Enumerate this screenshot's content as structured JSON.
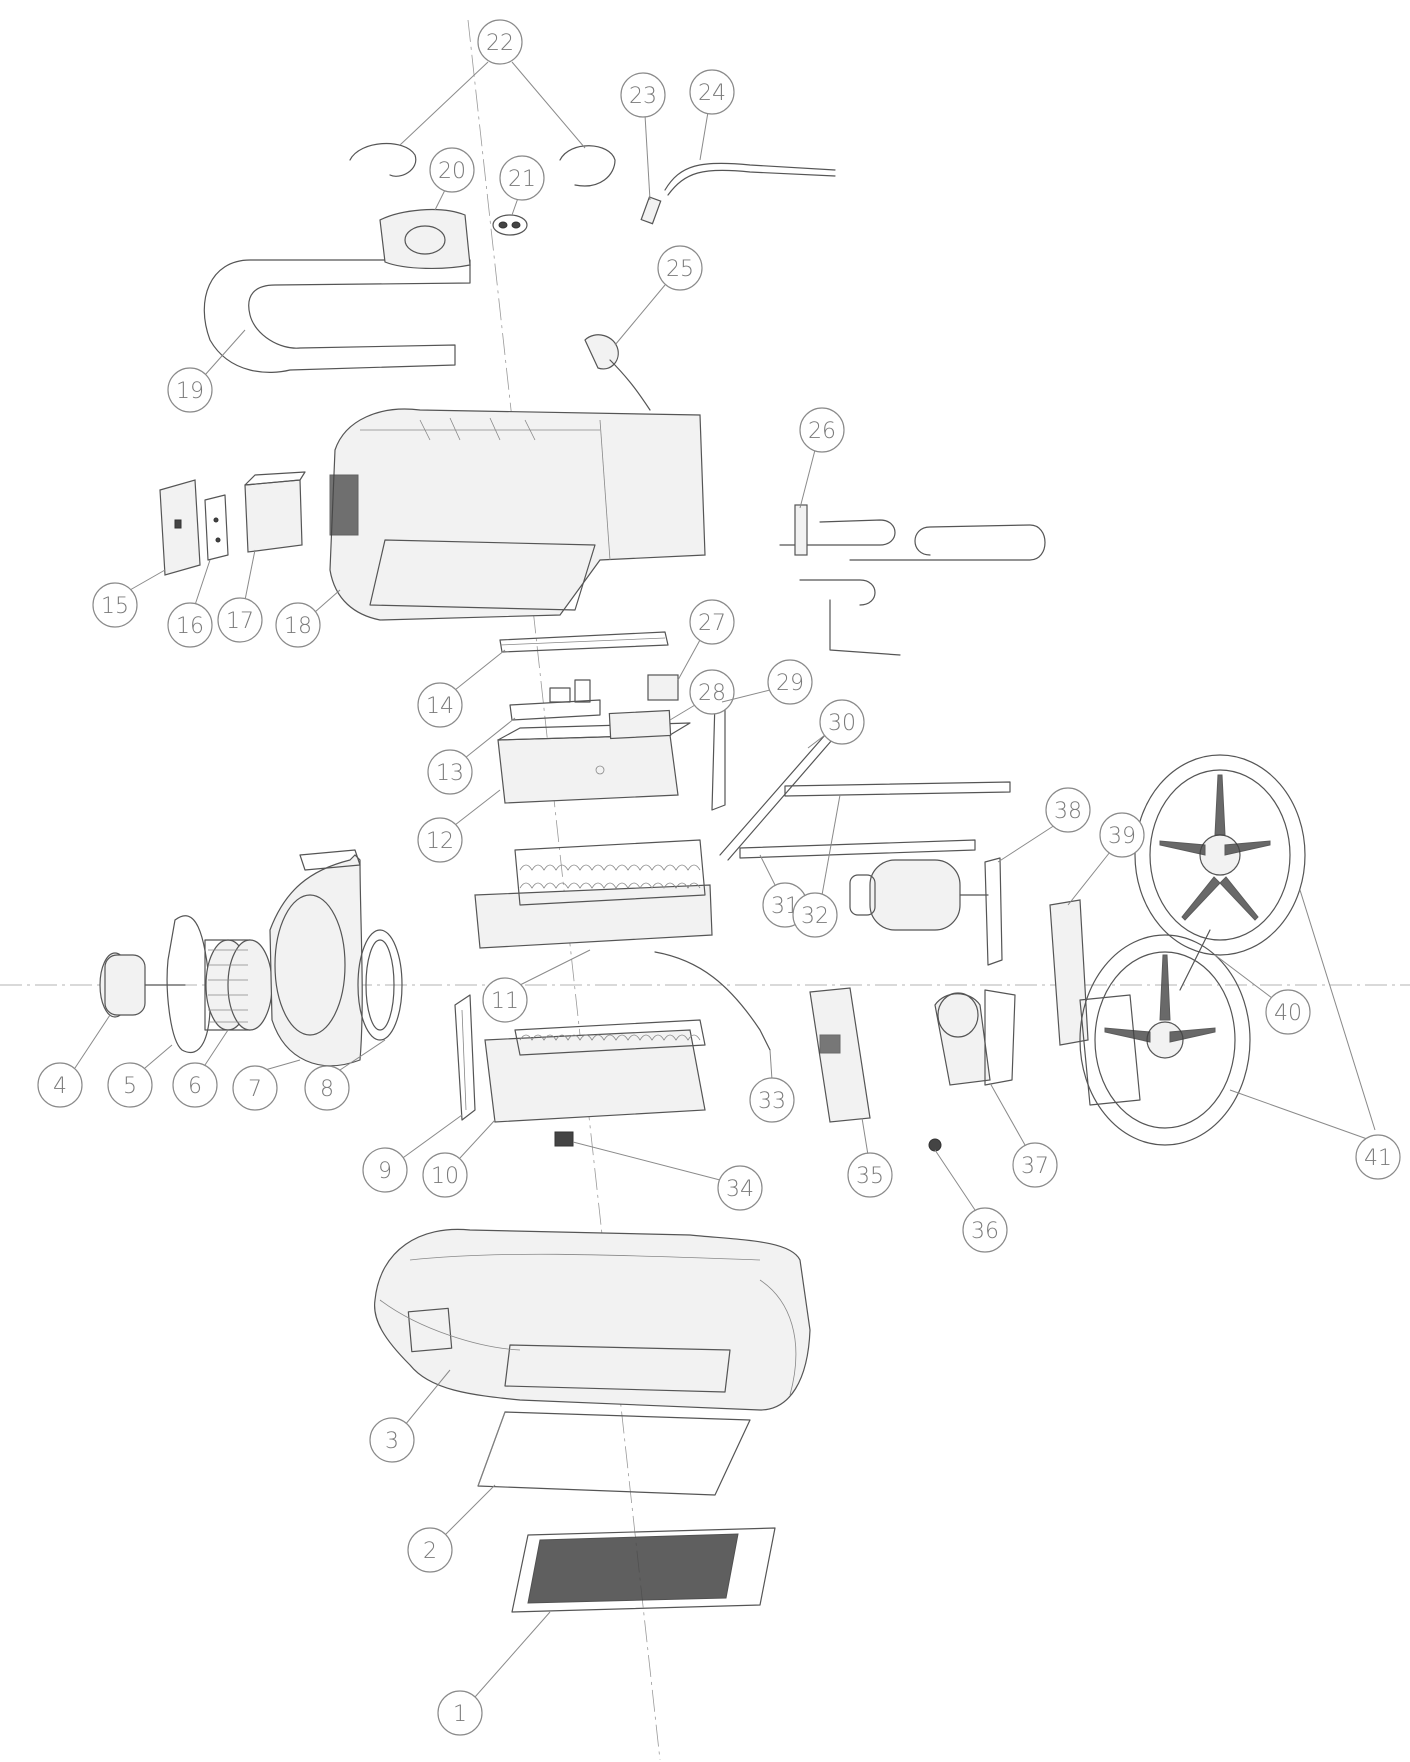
{
  "diagram": {
    "type": "exploded-parts-view",
    "line_color": "#555555",
    "label_color": "#7a7a7a",
    "callouts": [
      {
        "label": "1"
      },
      {
        "label": "2"
      },
      {
        "label": "3"
      },
      {
        "label": "4"
      },
      {
        "label": "5"
      },
      {
        "label": "6"
      },
      {
        "label": "7"
      },
      {
        "label": "8"
      },
      {
        "label": "9"
      },
      {
        "label": "10"
      },
      {
        "label": "11"
      },
      {
        "label": "12"
      },
      {
        "label": "13"
      },
      {
        "label": "14"
      },
      {
        "label": "15"
      },
      {
        "label": "16"
      },
      {
        "label": "17"
      },
      {
        "label": "18"
      },
      {
        "label": "19"
      },
      {
        "label": "20"
      },
      {
        "label": "21"
      },
      {
        "label": "22"
      },
      {
        "label": "23"
      },
      {
        "label": "24"
      },
      {
        "label": "25"
      },
      {
        "label": "26"
      },
      {
        "label": "27"
      },
      {
        "label": "28"
      },
      {
        "label": "29"
      },
      {
        "label": "30"
      },
      {
        "label": "31"
      },
      {
        "label": "32"
      },
      {
        "label": "33"
      },
      {
        "label": "34"
      },
      {
        "label": "35"
      },
      {
        "label": "36"
      },
      {
        "label": "37"
      },
      {
        "label": "38"
      },
      {
        "label": "39"
      },
      {
        "label": "40"
      },
      {
        "label": "41"
      }
    ]
  }
}
